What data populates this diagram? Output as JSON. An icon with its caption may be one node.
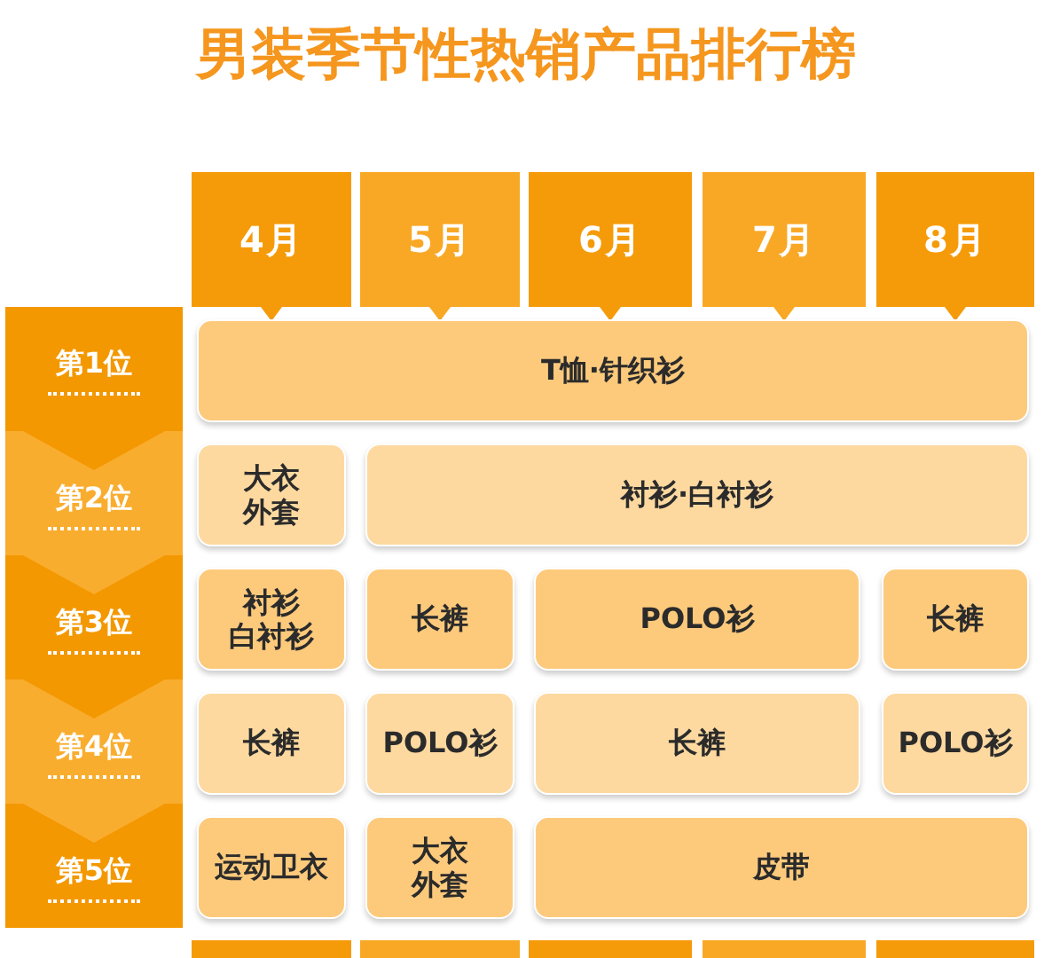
{
  "diagram": {
    "title": "男装季节性热销产品排行榜",
    "nodes": [
      {
        "text": [
          "4月"
        ]
      },
      {
        "text": [
          "5月"
        ]
      },
      {
        "text": [
          "6月"
        ]
      },
      {
        "text": [
          "7月"
        ]
      },
      {
        "text": [
          "8月"
        ]
      },
      {
        "text": [
          "第1位"
        ]
      },
      {
        "text": [
          "T恤·针织衫"
        ]
      },
      {
        "text": [
          "第2位"
        ]
      },
      {
        "text": [
          "大衣外套"
        ]
      },
      {
        "text": [
          "衬衫·白衬衫"
        ]
      },
      {
        "text": [
          "第3位"
        ]
      },
      {
        "text": [
          "衬衫白衬衫"
        ]
      },
      {
        "text": [
          "长裤"
        ]
      },
      {
        "text": [
          "POLO衫"
        ]
      },
      {
        "text": [
          "长裤"
        ]
      },
      {
        "text": [
          "第4位"
        ]
      },
      {
        "text": [
          "长裤"
        ]
      },
      {
        "text": [
          "POLO衫"
        ]
      },
      {
        "text": [
          "长裤"
        ]
      },
      {
        "text": [
          "POLO衫"
        ]
      },
      {
        "text": [
          "第5位"
        ]
      },
      {
        "text": [
          "运动卫衣"
        ]
      },
      {
        "text": [
          "大衣外套"
        ]
      },
      {
        "text": [
          "皮带"
        ]
      }
    ]
  }
}
